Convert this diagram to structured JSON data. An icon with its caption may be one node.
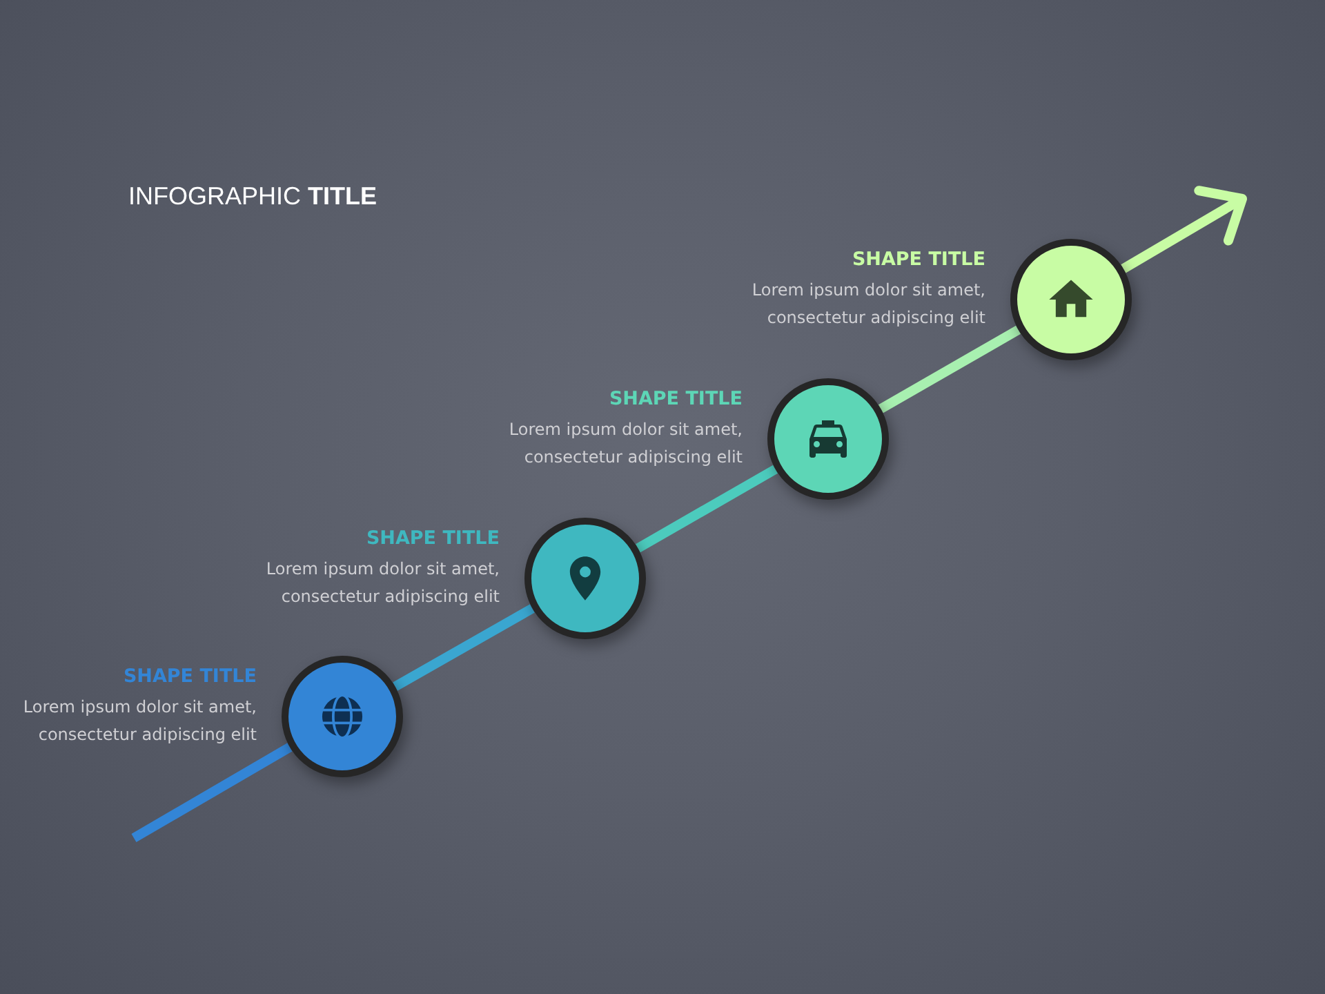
{
  "diagram": {
    "title": "INFOGRAPHIC **TITLE**",
    "nodes": [
      {
        "text": [],
        "shape": "circle",
        "beside": [
          "SHAPE TITLE",
          "Lorem ipsum dolor sit amet, consectetur adipiscing elit"
        ]
      },
      {
        "text": [],
        "shape": "circle",
        "beside": [
          "SHAPE TITLE",
          "Lorem ipsum dolor sit amet, consectetur adipiscing elit"
        ]
      },
      {
        "text": [],
        "shape": "circle",
        "beside": [
          "SHAPE TITLE",
          "Lorem ipsum dolor sit amet, consectetur adipiscing elit"
        ]
      },
      {
        "text": [],
        "shape": "circle",
        "beside": [
          "SHAPE TITLE",
          "Lorem ipsum dolor sit amet, consectetur adipiscing elit"
        ]
      }
    ],
    "edges": [
      {
        "from": null,
        "to": 0,
        "arrow": "none",
        "color": "#3385d6"
      },
      {
        "from": 0,
        "to": 1,
        "arrow": "none",
        "color": "#3aa6d0"
      },
      {
        "from": 1,
        "to": 2,
        "arrow": "none",
        "color": "#4ccbbd"
      },
      {
        "from": 2,
        "to": 3,
        "arrow": "none",
        "color": "#a8f0b0"
      },
      {
        "from": 3,
        "to": null,
        "arrow": "to",
        "color": "#c8fca4"
      }
    ]
  }
}
